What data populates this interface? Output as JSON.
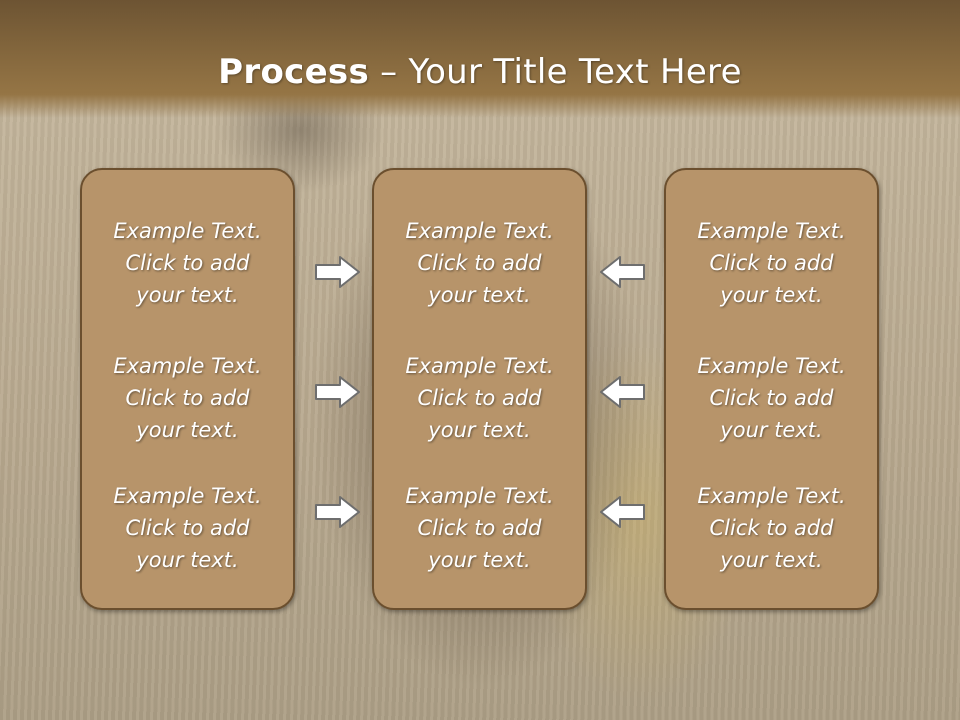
{
  "slide": {
    "title_bold": "Process",
    "title_rest": " – Your Title Text Here"
  },
  "columns": [
    {
      "items": [
        [
          "Example Text.",
          "Click  to add",
          "your text."
        ],
        [
          "Example Text.",
          "Click  to add",
          "your text."
        ],
        [
          "Example Text.",
          "Click  to add",
          "your text."
        ]
      ]
    },
    {
      "items": [
        [
          "Example Text.",
          "Click  to add",
          "your text."
        ],
        [
          "Example Text.",
          "Click  to add",
          "your text."
        ],
        [
          "Example Text.",
          "Click  to add",
          "your text."
        ]
      ]
    },
    {
      "items": [
        [
          "Example Text.",
          "Click  to add",
          "your text."
        ],
        [
          "Example Text.",
          "Click  to add",
          "your text."
        ],
        [
          "Example Text.",
          "Click  to add",
          "your text."
        ]
      ]
    }
  ],
  "arrows": {
    "left_group": "right-arrow-icon",
    "right_group": "left-arrow-icon"
  },
  "colors": {
    "header": "#84673d",
    "box_fill": "#b7946a",
    "box_border": "#6b4f2e",
    "text": "#ffffff"
  }
}
